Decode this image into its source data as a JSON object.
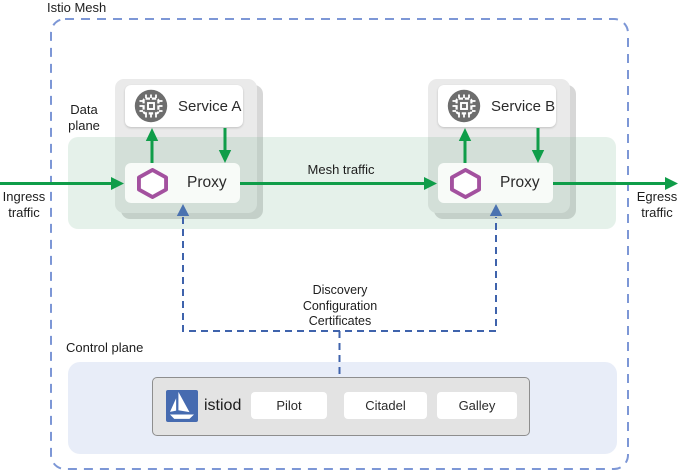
{
  "title": "Istio Mesh",
  "planes": {
    "data_plane": {
      "line1": "Data",
      "line2": "plane"
    },
    "control_plane_label": "Control plane"
  },
  "traffic": {
    "ingress_line1": "Ingress",
    "ingress_line2": "traffic",
    "egress_line1": "Egress",
    "egress_line2": "traffic",
    "mesh": "Mesh traffic"
  },
  "control_channel": {
    "line1": "Discovery",
    "line2": "Configuration",
    "line3": "Certificates"
  },
  "workloads": [
    {
      "service": "Service A",
      "proxy": "Proxy"
    },
    {
      "service": "Service B",
      "proxy": "Proxy"
    }
  ],
  "istiod": {
    "label": "istiod",
    "components": [
      "Pilot",
      "Citadel",
      "Galley"
    ]
  },
  "icons": {
    "service": "cpu-chip-icon",
    "proxy": "hexagon-proxy-icon",
    "istiod": "istio-sailboat-icon"
  },
  "colors": {
    "traffic_green": "#0f9d49",
    "mesh_border_blue": "#7d97d6",
    "control_line_blue": "#3f63ac",
    "control_arrow_blue": "#4b72b0",
    "proxy_purple": "#a3519f",
    "istio_blue": "#466bb0",
    "data_plane_bg": "#e6f1e9",
    "control_plane_bg": "#e8edf8",
    "card_gray": "#eaeaea",
    "card_shadow_gray": "#d7d7d7"
  }
}
